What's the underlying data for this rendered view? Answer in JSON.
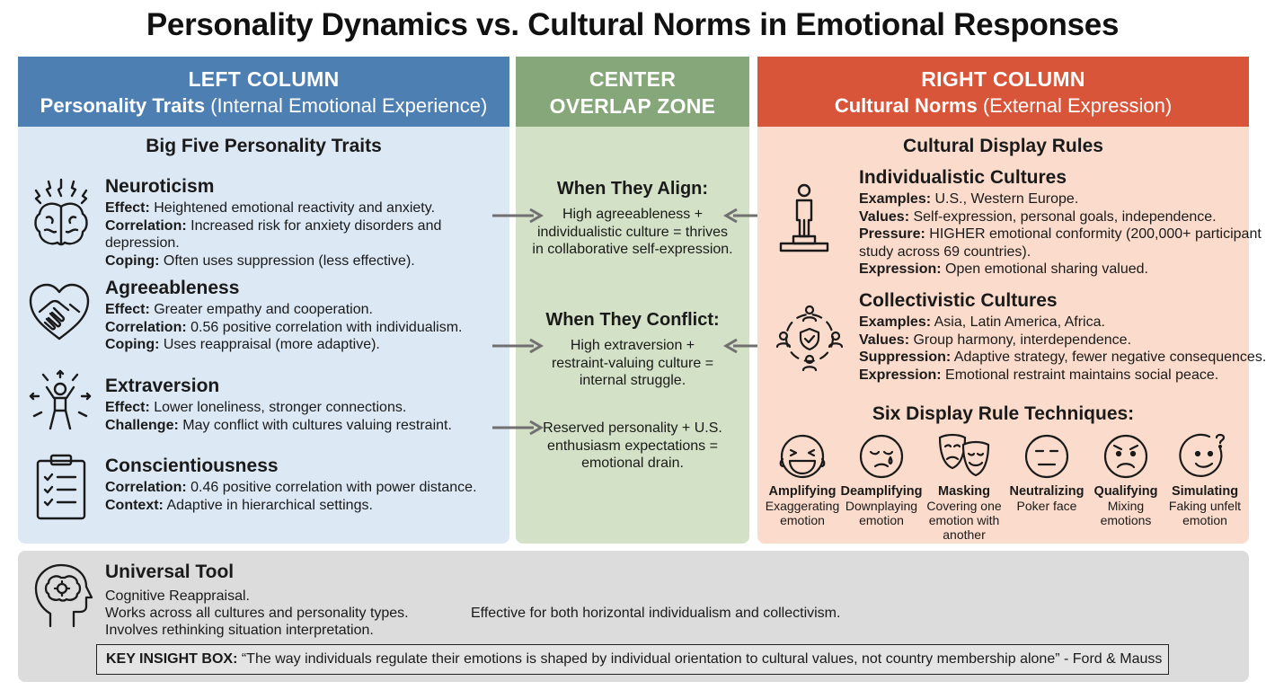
{
  "title": "Personality Dynamics vs. Cultural Norms in Emotional Responses",
  "left": {
    "header_line1": "LEFT COLUMN",
    "header_bold": "Personality Traits",
    "header_rest": "(Internal Emotional Experience)",
    "section_title": "Big Five Personality Traits",
    "traits": [
      {
        "name": "Neuroticism",
        "icon": "brain-stress-icon",
        "lines": [
          {
            "label": "Effect:",
            "text": "Heightened emotional reactivity and anxiety."
          },
          {
            "label": "Correlation:",
            "text": "Increased risk for anxiety disorders and depression."
          },
          {
            "label": "Coping:",
            "text": "Often uses suppression (less effective)."
          }
        ]
      },
      {
        "name": "Agreeableness",
        "icon": "heart-handshake-icon",
        "lines": [
          {
            "label": "Effect:",
            "text": "Greater empathy and cooperation."
          },
          {
            "label": "Correlation:",
            "text": "0.56 positive correlation with individualism."
          },
          {
            "label": "Coping:",
            "text": "Uses reappraisal (more adaptive)."
          }
        ]
      },
      {
        "name": "Extraversion",
        "icon": "person-radiating-icon",
        "lines": [
          {
            "label": "Effect:",
            "text": "Lower loneliness, stronger connections."
          },
          {
            "label": "Challenge:",
            "text": "May conflict with cultures valuing restraint."
          }
        ]
      },
      {
        "name": "Conscientiousness",
        "icon": "checklist-clipboard-icon",
        "lines": [
          {
            "label": "Correlation:",
            "text": "0.46 positive correlation with power distance."
          },
          {
            "label": "Context:",
            "text": "Adaptive in hierarchical settings."
          }
        ]
      }
    ]
  },
  "center": {
    "header_line1": "CENTER",
    "header_line2": "OVERLAP ZONE",
    "align_title": "When They Align:",
    "align_text": [
      "High agreeableness +",
      "individualistic culture = thrives",
      "in collaborative self-expression."
    ],
    "conflict_title": "When They Conflict:",
    "conflict_text": [
      "High extraversion +",
      "restraint-valuing culture =",
      "internal struggle."
    ],
    "drain_text": [
      "Reserved personality + U.S.",
      "enthusiasm expectations =",
      "emotional drain."
    ]
  },
  "right": {
    "header_line1": "RIGHT COLUMN",
    "header_bold": "Cultural Norms",
    "header_rest": "(External Expression)",
    "section_title": "Cultural Display Rules",
    "cultures": [
      {
        "name": "Individualistic Cultures",
        "icon": "person-on-podium-icon",
        "lines": [
          {
            "label": "Examples:",
            "text": "U.S., Western Europe."
          },
          {
            "label": "Values:",
            "text": "Self-expression, personal goals, independence."
          },
          {
            "label": "Pressure:",
            "text": "HIGHER emotional conformity (200,000+ participant"
          },
          {
            "label": "",
            "text": "study across 69 countries)."
          },
          {
            "label": "Expression:",
            "text": "Open emotional sharing valued."
          }
        ]
      },
      {
        "name": "Collectivistic Cultures",
        "icon": "group-circle-shield-icon",
        "lines": [
          {
            "label": "Examples:",
            "text": "Asia, Latin America, Africa."
          },
          {
            "label": "Values:",
            "text": "Group harmony, interdependence."
          },
          {
            "label": "Suppression:",
            "text": "Adaptive strategy, fewer negative consequences."
          },
          {
            "label": "Expression:",
            "text": "Emotional restraint maintains social peace."
          }
        ]
      }
    ],
    "techniques_title": "Six Display Rule Techniques:",
    "techniques": [
      {
        "name": "Amplifying",
        "desc": [
          "Exaggerating",
          "emotion"
        ],
        "icon": "laughing-face-icon"
      },
      {
        "name": "Deamplifying",
        "desc": [
          "Downplaying",
          "emotion"
        ],
        "icon": "teary-face-icon"
      },
      {
        "name": "Masking",
        "desc": [
          "Covering one",
          "emotion with",
          "another"
        ],
        "icon": "theater-masks-icon"
      },
      {
        "name": "Neutralizing",
        "desc": [
          "Poker face"
        ],
        "icon": "neutral-face-icon"
      },
      {
        "name": "Qualifying",
        "desc": [
          "Mixing",
          "emotions"
        ],
        "icon": "frowning-face-icon"
      },
      {
        "name": "Simulating",
        "desc": [
          "Faking unfelt",
          "emotion"
        ],
        "icon": "questioning-face-icon"
      }
    ]
  },
  "bottom": {
    "title": "Universal Tool",
    "icon": "head-brain-gear-icon",
    "line1": "Cognitive Reappraisal.",
    "line2": "Works across all cultures and personality types.",
    "line3": "Involves rethinking situation interpretation.",
    "side_note": "Effective for both horizontal individualism and collectivism.",
    "insight_label": "KEY INSIGHT BOX:",
    "insight_text": "“The way individuals regulate their emotions is shaped by individual orientation to cultural values, not country membership alone” - Ford & Mauss"
  }
}
